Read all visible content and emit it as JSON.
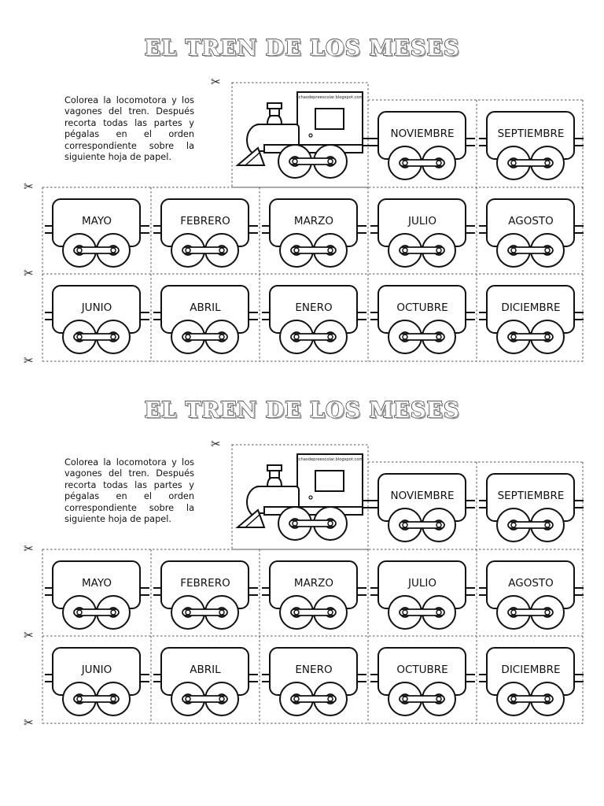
{
  "sheets": [
    {
      "title": "EL TREN DE LOS MESES",
      "instructions": "Colorea la locomotora y los vagones del tren. Después recorta todas las partes y pégalas en el orden correspondiente sobre la siguiente hoja de papel.",
      "locomotive_credit": "fichasdepreescolar.blogspot.com",
      "row1": [
        "NOVIEMBRE",
        "SEPTIEMBRE"
      ],
      "row2": [
        "MAYO",
        "FEBRERO",
        "MARZO",
        "JULIO",
        "AGOSTO"
      ],
      "row3": [
        "JUNIO",
        "ABRIL",
        "ENERO",
        "OCTUBRE",
        "DICIEMBRE"
      ]
    },
    {
      "title": "EL TREN DE LOS MESES",
      "instructions": "Colorea la locomotora y los vagones del tren. Después recorta todas las partes y pégalas en el orden correspondiente sobre la siguiente hoja de papel.",
      "locomotive_credit": "fichasdepreescolar.blogspot.com",
      "row1": [
        "NOVIEMBRE",
        "SEPTIEMBRE"
      ],
      "row2": [
        "MAYO",
        "FEBRERO",
        "MARZO",
        "JULIO",
        "AGOSTO"
      ],
      "row3": [
        "JUNIO",
        "ABRIL",
        "ENERO",
        "OCTUBRE",
        "DICIEMBRE"
      ]
    }
  ],
  "icons": {
    "scissors": "✂"
  }
}
